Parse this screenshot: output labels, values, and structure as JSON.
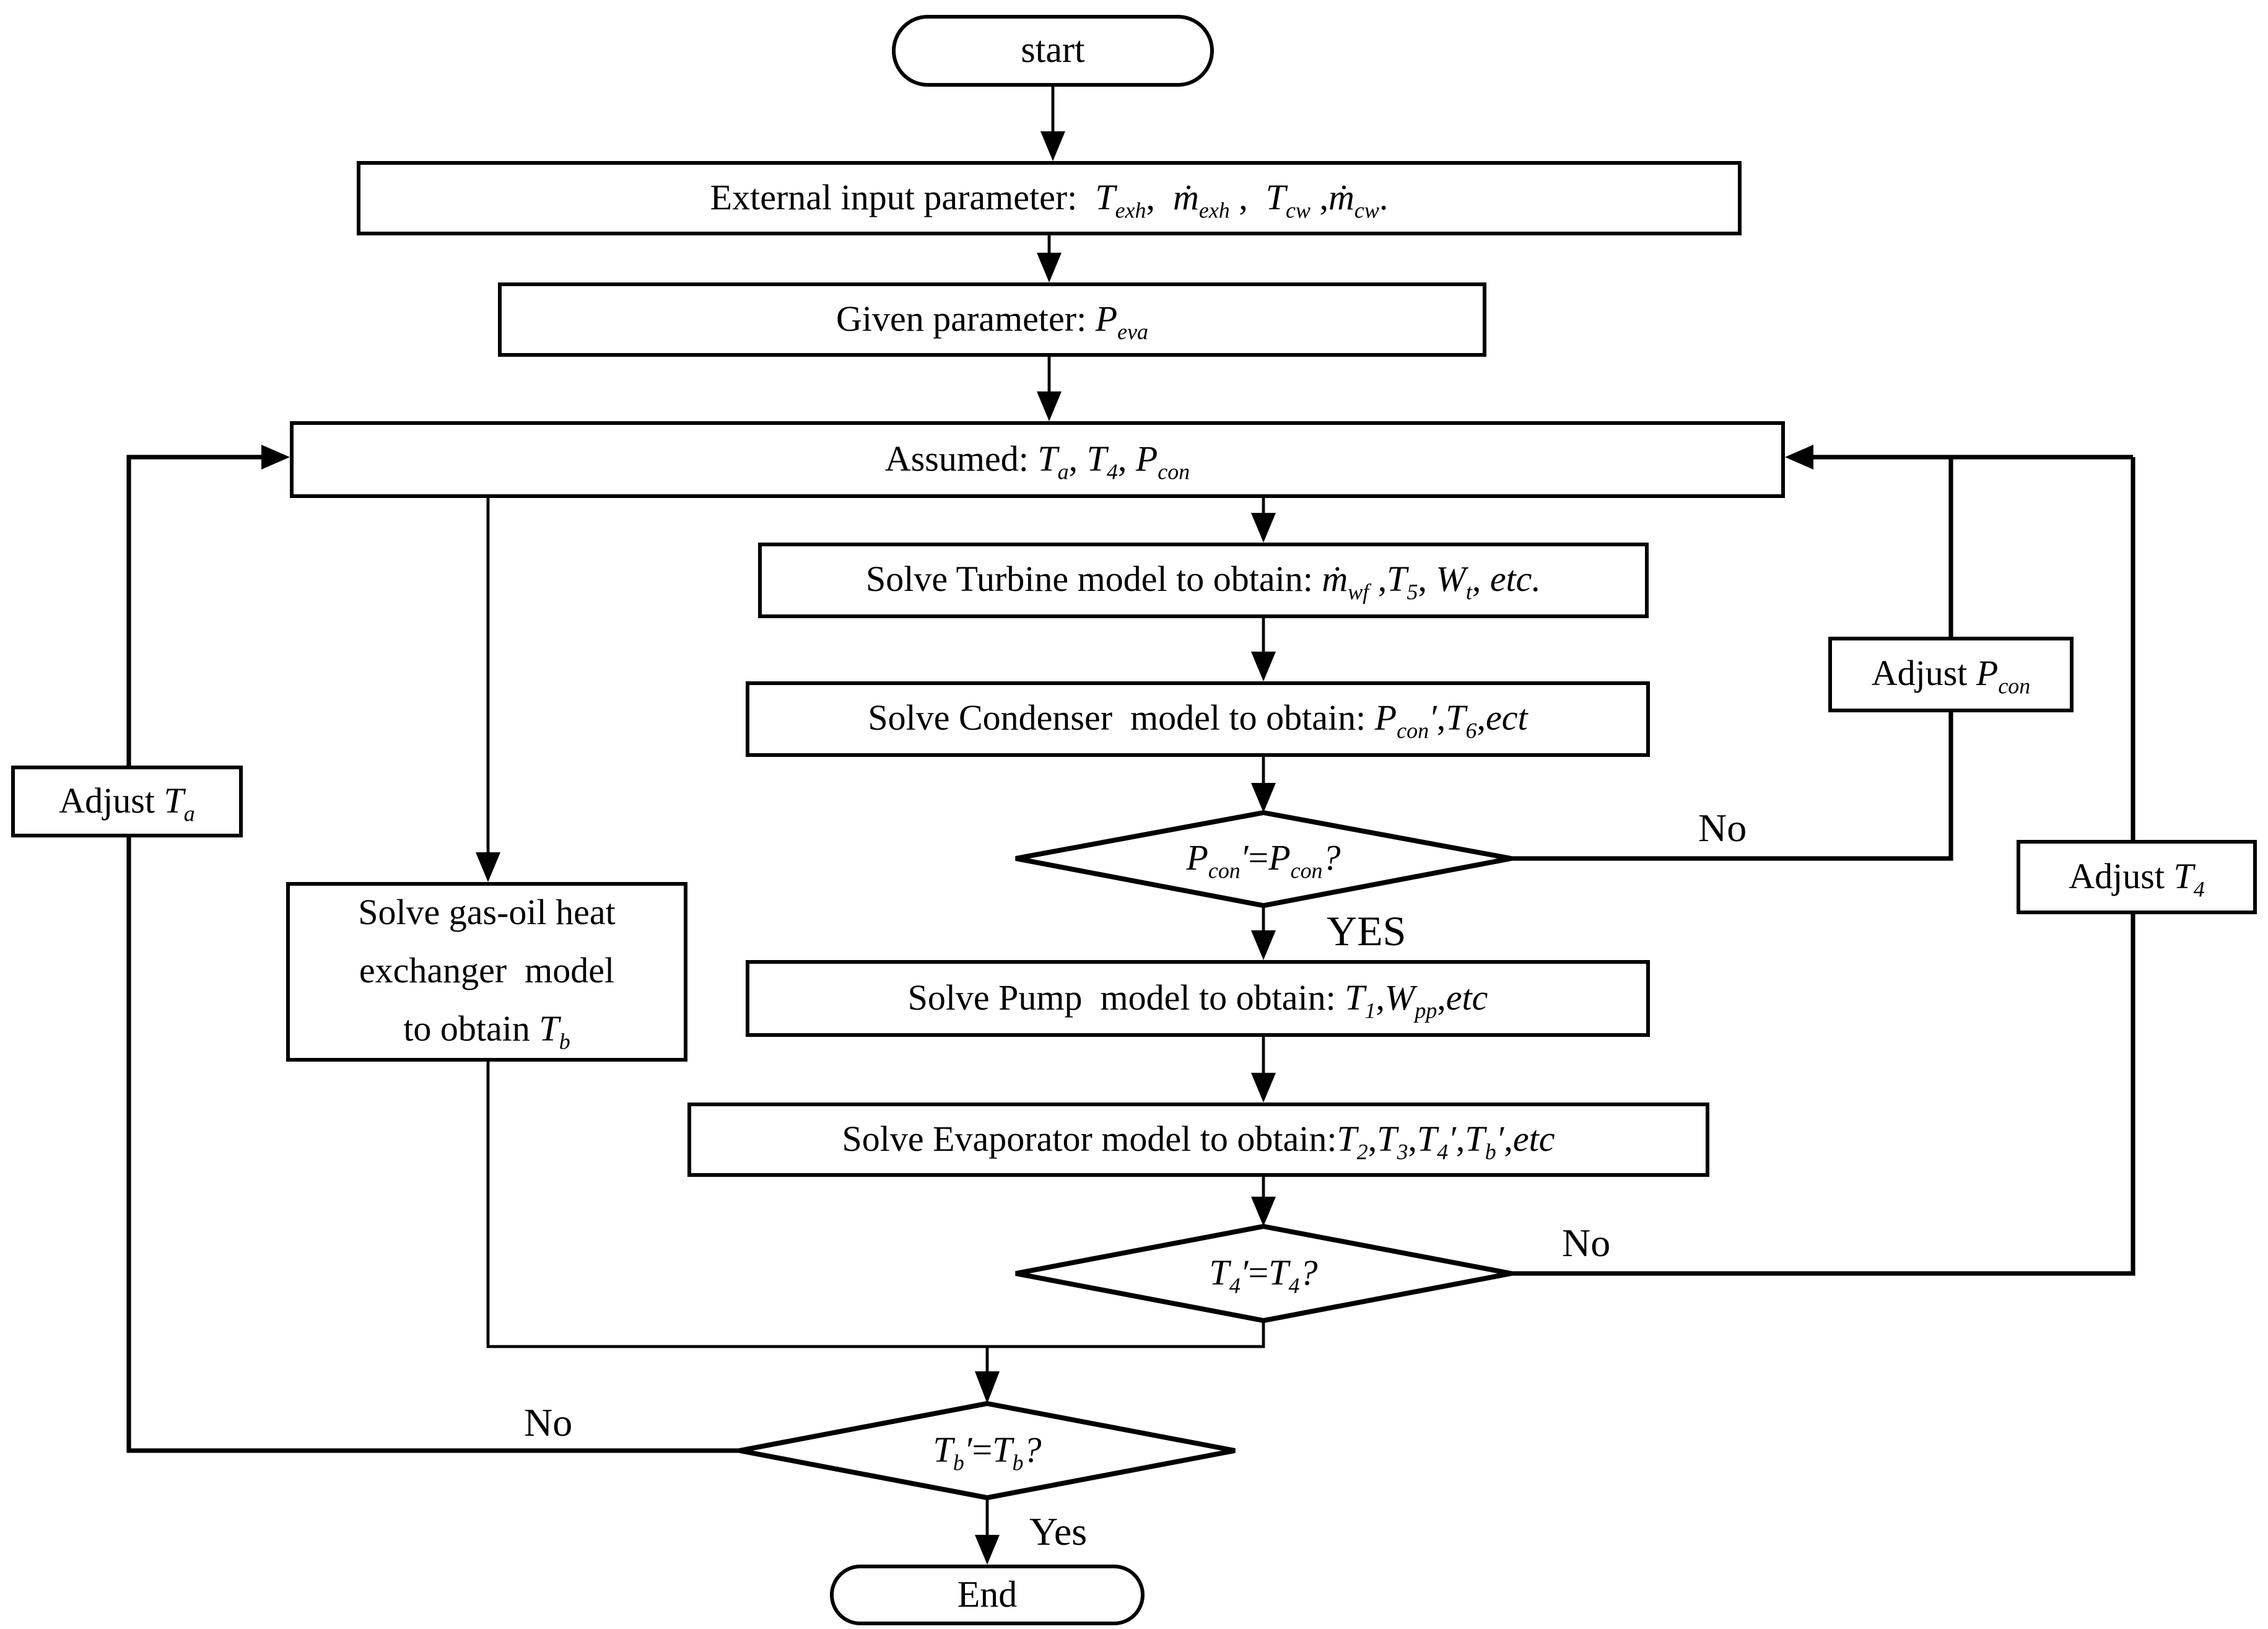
{
  "colors": {
    "ink": "#000000",
    "background": "#ffffff"
  },
  "nodes": {
    "start": {
      "label": "start"
    },
    "end": {
      "label": "End"
    },
    "external_input": {
      "segments": [
        {
          "t": "External input parameter:  "
        },
        {
          "t": "T",
          "i": true,
          "sub": "exh"
        },
        {
          "t": ",  "
        },
        {
          "t": "ṁ",
          "i": true,
          "sub": "exh"
        },
        {
          "t": " ,  "
        },
        {
          "t": "T",
          "i": true,
          "sub": "cw"
        },
        {
          "t": " ,"
        },
        {
          "t": "ṁ",
          "i": true,
          "sub": "cw"
        },
        {
          "t": "."
        }
      ]
    },
    "given": {
      "segments": [
        {
          "t": "Given parameter: "
        },
        {
          "t": "P",
          "i": true,
          "sub": "eva"
        }
      ]
    },
    "assumed": {
      "segments": [
        {
          "t": "Assumed: "
        },
        {
          "t": "T",
          "i": true,
          "sub": "a"
        },
        {
          "t": ", "
        },
        {
          "t": "T",
          "i": true,
          "sub": "4"
        },
        {
          "t": ", "
        },
        {
          "t": "P",
          "i": true,
          "sub": "con"
        }
      ]
    },
    "turbine": {
      "segments": [
        {
          "t": "Solve Turbine model to obtain: "
        },
        {
          "t": "ṁ",
          "i": true,
          "sub": "wf"
        },
        {
          "t": " ,"
        },
        {
          "t": "T",
          "i": true,
          "sub": "5"
        },
        {
          "t": ", "
        },
        {
          "t": "W",
          "i": true,
          "sub": "t"
        },
        {
          "t": ", "
        },
        {
          "t": "etc.",
          "i": true
        }
      ]
    },
    "condenser": {
      "segments": [
        {
          "t": "Solve Condenser  model to obtain: "
        },
        {
          "t": "P",
          "i": true,
          "sub": "con"
        },
        {
          "t": "′",
          "i": true
        },
        {
          "t": ","
        },
        {
          "t": "T",
          "i": true,
          "sub": "6"
        },
        {
          "t": ","
        },
        {
          "t": "ect",
          "i": true
        }
      ]
    },
    "pcon_decision": {
      "segments": [
        {
          "t": "P",
          "i": true,
          "sub": "con"
        },
        {
          "t": "′",
          "i": true
        },
        {
          "t": "="
        },
        {
          "t": "P",
          "i": true,
          "sub": "con"
        },
        {
          "t": "?",
          "i": true
        }
      ]
    },
    "pump": {
      "segments": [
        {
          "t": "Solve Pump  model to obtain: "
        },
        {
          "t": "T",
          "i": true,
          "sub": "1"
        },
        {
          "t": ","
        },
        {
          "t": "W",
          "i": true,
          "sub": "pp"
        },
        {
          "t": ","
        },
        {
          "t": "etc",
          "i": true
        }
      ]
    },
    "evaporator": {
      "segments": [
        {
          "t": "Solve Evaporator model to obtain:"
        },
        {
          "t": "T",
          "i": true,
          "sub": "2"
        },
        {
          "t": ","
        },
        {
          "t": "T",
          "i": true,
          "sub": "3"
        },
        {
          "t": ","
        },
        {
          "t": "T",
          "i": true,
          "sub": "4"
        },
        {
          "t": "′",
          "i": true
        },
        {
          "t": ","
        },
        {
          "t": "T",
          "i": true,
          "sub": "b"
        },
        {
          "t": "′",
          "i": true
        },
        {
          "t": ","
        },
        {
          "t": "etc",
          "i": true
        }
      ]
    },
    "t4_decision": {
      "segments": [
        {
          "t": "T",
          "i": true,
          "sub": "4"
        },
        {
          "t": "′",
          "i": true
        },
        {
          "t": "="
        },
        {
          "t": "T",
          "i": true,
          "sub": "4"
        },
        {
          "t": "?",
          "i": true
        }
      ]
    },
    "gas_oil": {
      "lines": [
        [
          {
            "t": "Solve gas-oil heat"
          }
        ],
        [
          {
            "t": "exchanger  model"
          }
        ],
        [
          {
            "t": "to obtain "
          },
          {
            "t": "T",
            "i": true,
            "sub": "b"
          }
        ]
      ]
    },
    "tb_decision": {
      "segments": [
        {
          "t": "T",
          "i": true,
          "sub": "b"
        },
        {
          "t": "′",
          "i": true
        },
        {
          "t": "="
        },
        {
          "t": "T",
          "i": true,
          "sub": "b"
        },
        {
          "t": "?",
          "i": true
        }
      ]
    },
    "adjust_ta": {
      "segments": [
        {
          "t": "Adjust "
        },
        {
          "t": "T",
          "i": true,
          "sub": "a"
        }
      ]
    },
    "adjust_pcon": {
      "segments": [
        {
          "t": "Adjust "
        },
        {
          "t": "P",
          "i": true,
          "sub": "con"
        }
      ]
    },
    "adjust_t4": {
      "segments": [
        {
          "t": "Adjust "
        },
        {
          "t": "T",
          "i": true,
          "sub": "4"
        }
      ]
    }
  },
  "edge_labels": {
    "pcon_no": "No",
    "pcon_yes": "YES",
    "t4_no": "No",
    "tb_no": "No",
    "tb_yes": "Yes"
  }
}
